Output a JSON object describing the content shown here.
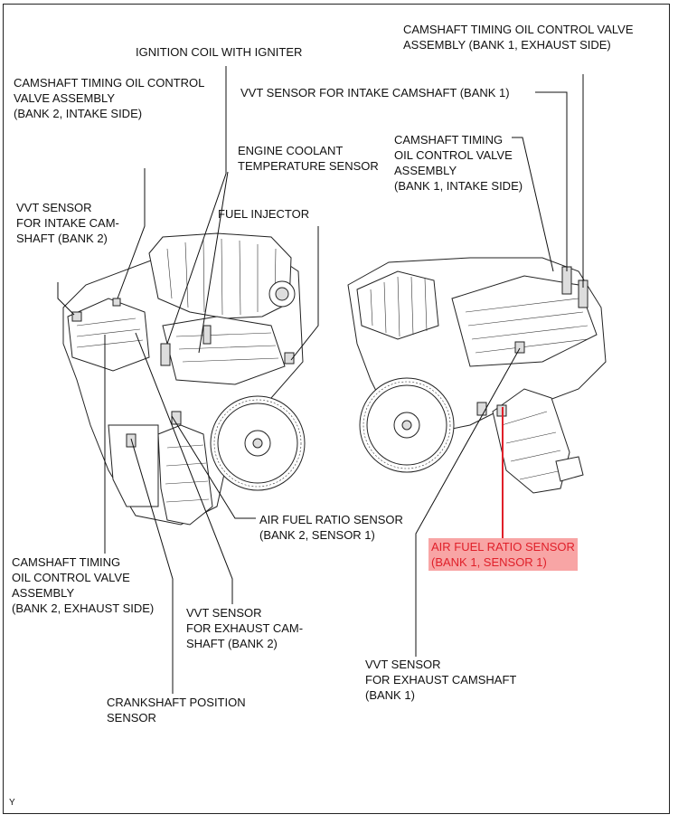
{
  "labels": {
    "cam_ocv_bank1_exhaust": "CAMSHAFT TIMING OIL CONTROL VALVE\nASSEMBLY (BANK 1, EXHAUST SIDE)",
    "ignition_coil": "IGNITION COIL WITH IGNITER",
    "cam_ocv_bank2_intake": "CAMSHAFT TIMING OIL CONTROL\nVALVE ASSEMBLY\n(BANK 2, INTAKE SIDE)",
    "vvt_intake_bank1": "VVT SENSOR FOR INTAKE CAMSHAFT (BANK 1)",
    "coolant_temp": "ENGINE COOLANT\nTEMPERATURE SENSOR",
    "cam_ocv_bank1_intake": "CAMSHAFT TIMING\nOIL CONTROL VALVE\nASSEMBLY\n(BANK 1, INTAKE SIDE)",
    "vvt_intake_bank2": "VVT SENSOR\nFOR INTAKE CAM-\nSHAFT (BANK 2)",
    "fuel_injector": "FUEL INJECTOR",
    "afr_bank2": "AIR FUEL RATIO SENSOR\n(BANK 2, SENSOR 1)",
    "afr_bank1": "AIR FUEL RATIO SENSOR\n(BANK 1, SENSOR 1)",
    "cam_ocv_bank2_exhaust": "CAMSHAFT TIMING\nOIL CONTROL VALVE\nASSEMBLY\n(BANK 2, EXHAUST SIDE)",
    "vvt_exhaust_bank2": "VVT SENSOR\nFOR EXHAUST CAM-\nSHAFT (BANK 2)",
    "vvt_exhaust_bank1": "VVT SENSOR\nFOR EXHAUST CAMSHAFT\n(BANK 1)",
    "crankshaft_pos": "CRANKSHAFT POSITION\nSENSOR"
  },
  "figure_code": "Y",
  "colors": {
    "highlight_text": "#e0202a",
    "highlight_bg": "#f8a5a5",
    "line": "#111111"
  }
}
